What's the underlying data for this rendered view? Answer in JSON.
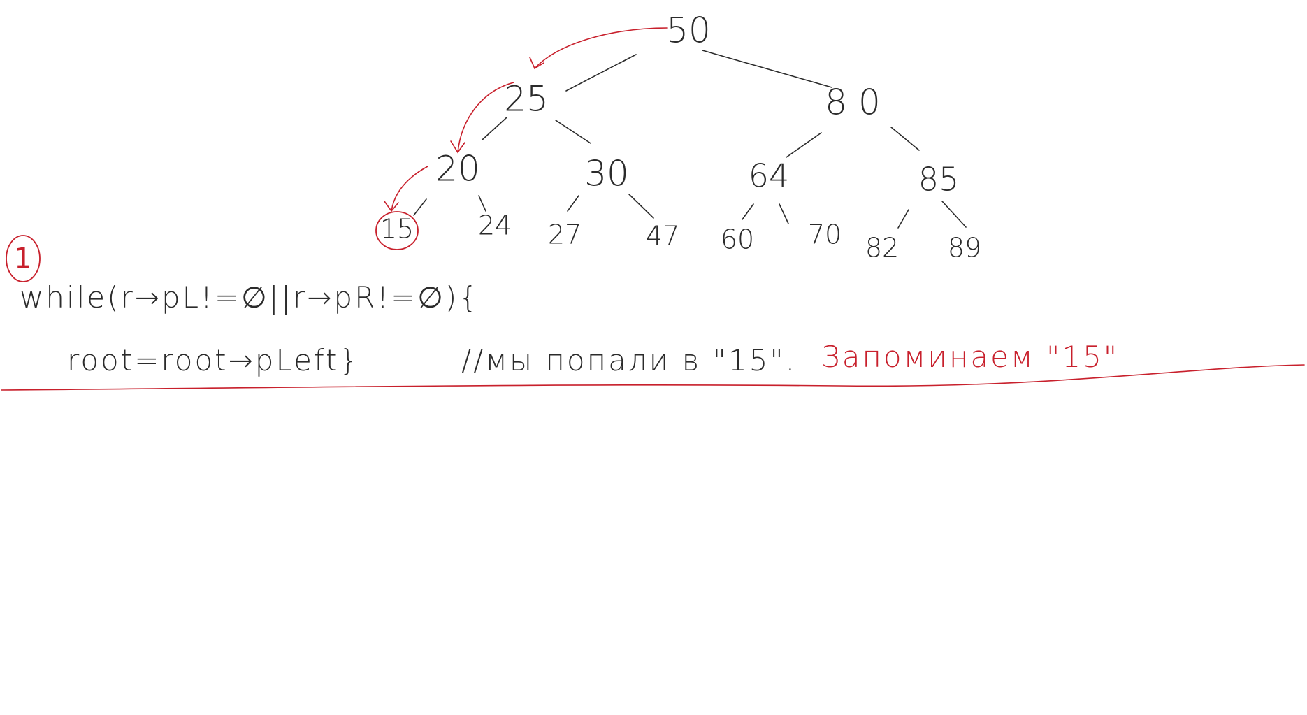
{
  "tree": {
    "nodes": [
      {
        "id": "50",
        "label": "50"
      },
      {
        "id": "25",
        "label": "25"
      },
      {
        "id": "80",
        "label": "8 0"
      },
      {
        "id": "20",
        "label": "20"
      },
      {
        "id": "30",
        "label": "30"
      },
      {
        "id": "64",
        "label": "64"
      },
      {
        "id": "85",
        "label": "85"
      },
      {
        "id": "15",
        "label": "15"
      },
      {
        "id": "24",
        "label": "24"
      },
      {
        "id": "27",
        "label": "27"
      },
      {
        "id": "47",
        "label": "47"
      },
      {
        "id": "60",
        "label": "60"
      },
      {
        "id": "70",
        "label": "70"
      },
      {
        "id": "82",
        "label": "82"
      },
      {
        "id": "89",
        "label": "89"
      }
    ],
    "edges": [
      [
        "50",
        "25"
      ],
      [
        "50",
        "80"
      ],
      [
        "25",
        "20"
      ],
      [
        "25",
        "30"
      ],
      [
        "80",
        "64"
      ],
      [
        "80",
        "85"
      ],
      [
        "20",
        "15"
      ],
      [
        "20",
        "24"
      ],
      [
        "30",
        "27"
      ],
      [
        "30",
        "47"
      ],
      [
        "64",
        "60"
      ],
      [
        "64",
        "70"
      ],
      [
        "85",
        "82"
      ],
      [
        "85",
        "89"
      ]
    ],
    "path_arrows": [
      [
        "50",
        "25"
      ],
      [
        "25",
        "20"
      ],
      [
        "20",
        "15"
      ]
    ],
    "highlighted_node": "15",
    "colors": {
      "ink": "#2b2b2b",
      "accent": "#c8202c"
    }
  },
  "step": {
    "number": "1"
  },
  "code": {
    "line1": "while(r→pL!=∅||r→pR!=∅){",
    "line2": "root=root→pLeft}",
    "comment": "//мы попали в \"15\".",
    "remember": "Запоминаем \"15\""
  }
}
